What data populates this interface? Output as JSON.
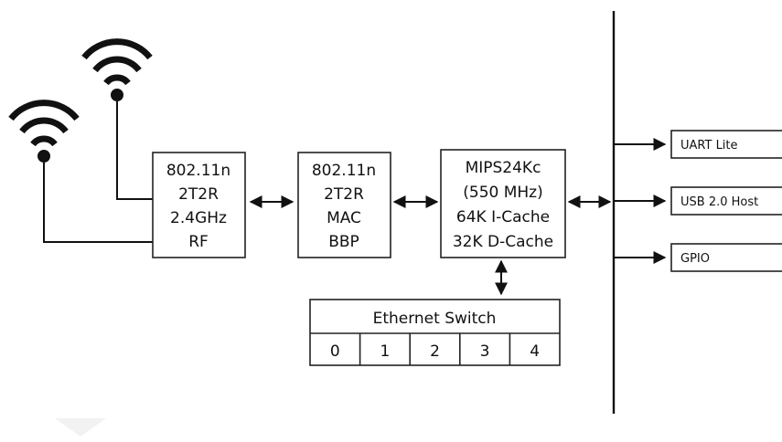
{
  "rf_block": {
    "lines": [
      "802.11n",
      "2T2R",
      "2.4GHz",
      "RF"
    ]
  },
  "mac_block": {
    "lines": [
      "802.11n",
      "2T2R",
      "MAC",
      "BBP"
    ]
  },
  "cpu_block": {
    "lines": [
      "MIPS24Kc",
      "(550 MHz)",
      "64K I-Cache",
      "32K D-Cache"
    ]
  },
  "ethernet_switch": {
    "title": "Ethernet Switch",
    "ports": [
      "0",
      "1",
      "2",
      "3",
      "4"
    ]
  },
  "peripherals": [
    "UART Lite",
    "USB 2.0 Host",
    "GPIO"
  ],
  "icons": {
    "antenna_left": "wifi-icon",
    "antenna_right": "wifi-icon"
  },
  "colors": {
    "stroke": "#111111",
    "background": "#ffffff"
  }
}
